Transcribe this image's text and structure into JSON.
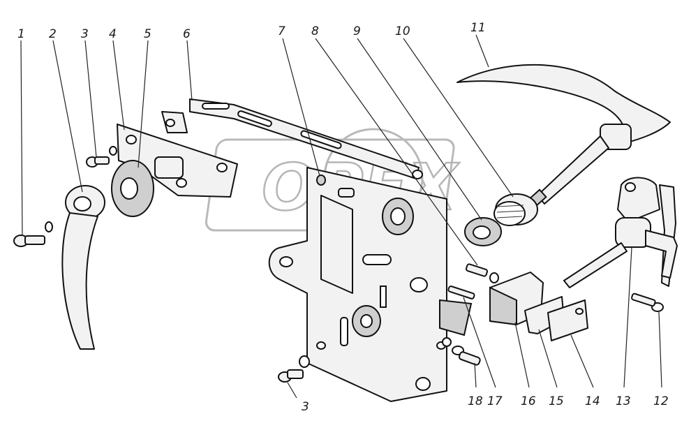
{
  "watermark": {
    "text": "OPEX"
  },
  "callouts": [
    {
      "id": "1",
      "label": "1"
    },
    {
      "id": "2",
      "label": "2"
    },
    {
      "id": "3",
      "label": "3"
    },
    {
      "id": "4",
      "label": "4"
    },
    {
      "id": "5",
      "label": "5"
    },
    {
      "id": "6",
      "label": "6"
    },
    {
      "id": "7",
      "label": "7"
    },
    {
      "id": "8",
      "label": "8"
    },
    {
      "id": "9",
      "label": "9"
    },
    {
      "id": "10",
      "label": "10"
    },
    {
      "id": "11",
      "label": "11"
    },
    {
      "id": "12",
      "label": "12"
    },
    {
      "id": "13",
      "label": "13"
    },
    {
      "id": "14",
      "label": "14"
    },
    {
      "id": "15",
      "label": "15"
    },
    {
      "id": "16",
      "label": "16"
    },
    {
      "id": "17",
      "label": "17"
    },
    {
      "id": "18",
      "label": "18"
    },
    {
      "id": "3b",
      "label": "3"
    }
  ]
}
